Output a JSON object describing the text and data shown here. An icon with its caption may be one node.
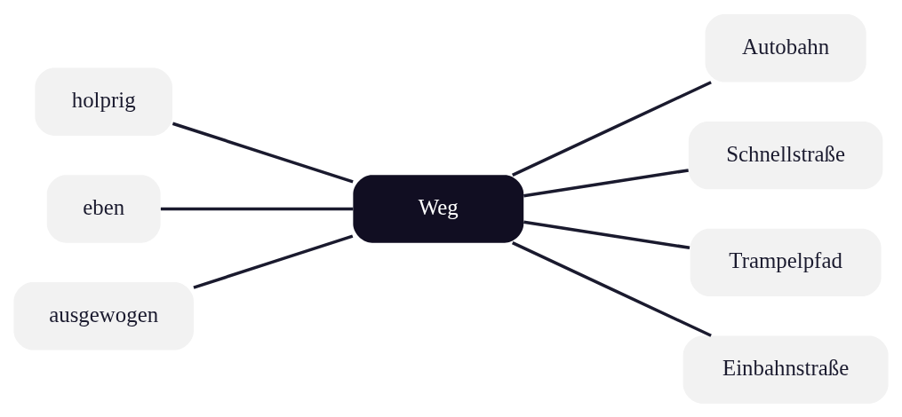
{
  "diagram": {
    "nodes": [
      {
        "text": [
          "Weg"
        ]
      },
      {
        "text": [
          "holprig"
        ]
      },
      {
        "text": [
          "eben"
        ]
      },
      {
        "text": [
          "ausgewogen"
        ]
      },
      {
        "text": [
          "Autobahn"
        ]
      },
      {
        "text": [
          "Schnellstraße"
        ]
      },
      {
        "text": [
          "Trampelpfad"
        ]
      },
      {
        "text": [
          "Einbahnstraße"
        ]
      }
    ],
    "edges": [
      {
        "from": 1,
        "to": 0,
        "arrow": "none"
      },
      {
        "from": 2,
        "to": 0,
        "arrow": "none"
      },
      {
        "from": 3,
        "to": 0,
        "arrow": "none"
      },
      {
        "from": 0,
        "to": 4,
        "arrow": "none"
      },
      {
        "from": 0,
        "to": 5,
        "arrow": "none"
      },
      {
        "from": 0,
        "to": 6,
        "arrow": "none"
      },
      {
        "from": 0,
        "to": 7,
        "arrow": "none"
      }
    ]
  }
}
